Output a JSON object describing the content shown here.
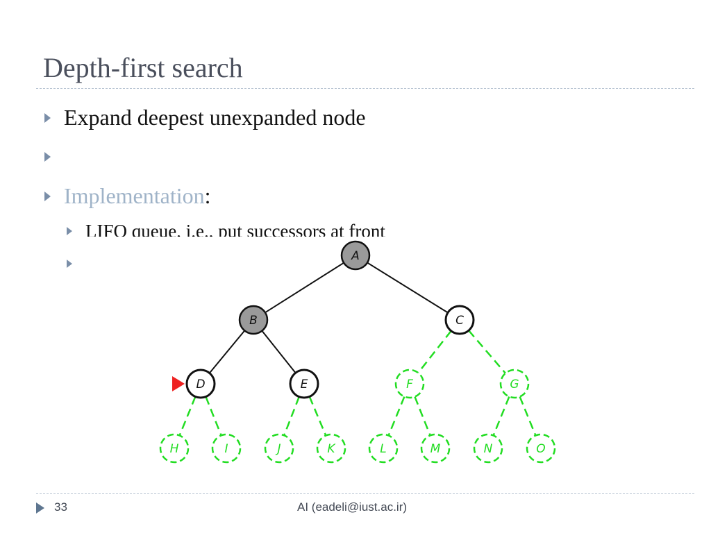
{
  "slide": {
    "title": "Depth-first search",
    "bullets": [
      {
        "text": "Expand deepest unexpanded node"
      },
      {
        "text": ""
      },
      {
        "link": "Implementation",
        "suffix": ":"
      }
    ],
    "sub_bullets": [
      {
        "text": "LIFO queue, i.e., put successors at front"
      },
      {
        "text": ""
      }
    ],
    "footer": {
      "page_number": "33",
      "text": "AI (eadeli@iust.ac.ir)"
    },
    "colors": {
      "title": "#4a4f5c",
      "bullet": "#7a8ea8",
      "link": "#9fb3c8",
      "expanded_node": "#9a9a9a",
      "frontier_edge": "#000000",
      "unexplored": "#22dd22",
      "current_marker": "#ee2222"
    }
  },
  "tree": {
    "nodes": [
      {
        "id": "A",
        "state": "expanded"
      },
      {
        "id": "B",
        "state": "expanded"
      },
      {
        "id": "C",
        "state": "frontier"
      },
      {
        "id": "D",
        "state": "frontier",
        "current": true
      },
      {
        "id": "E",
        "state": "frontier"
      },
      {
        "id": "F",
        "state": "unexplored"
      },
      {
        "id": "G",
        "state": "unexplored"
      },
      {
        "id": "H",
        "state": "unexplored"
      },
      {
        "id": "I",
        "state": "unexplored"
      },
      {
        "id": "J",
        "state": "unexplored"
      },
      {
        "id": "K",
        "state": "unexplored"
      },
      {
        "id": "L",
        "state": "unexplored"
      },
      {
        "id": "M",
        "state": "unexplored"
      },
      {
        "id": "N",
        "state": "unexplored"
      },
      {
        "id": "O",
        "state": "unexplored"
      }
    ],
    "edges": [
      [
        "A",
        "B"
      ],
      [
        "A",
        "C"
      ],
      [
        "B",
        "D"
      ],
      [
        "B",
        "E"
      ],
      [
        "C",
        "F"
      ],
      [
        "C",
        "G"
      ],
      [
        "D",
        "H"
      ],
      [
        "D",
        "I"
      ],
      [
        "E",
        "J"
      ],
      [
        "E",
        "K"
      ],
      [
        "F",
        "L"
      ],
      [
        "F",
        "M"
      ],
      [
        "G",
        "N"
      ],
      [
        "G",
        "O"
      ]
    ]
  }
}
